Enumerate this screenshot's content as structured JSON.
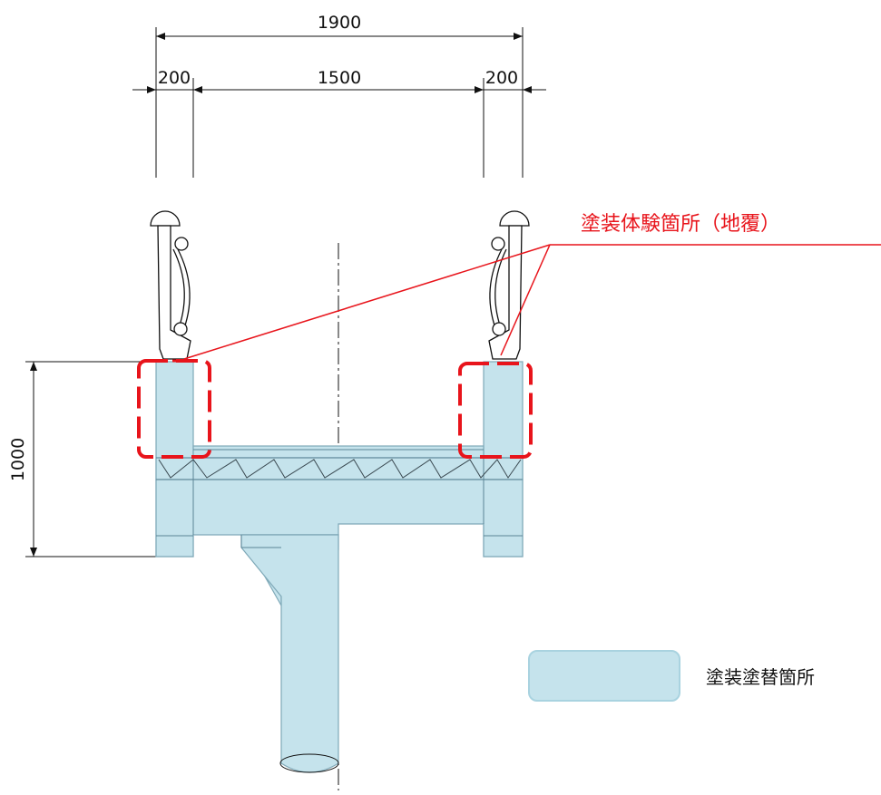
{
  "dimensions": {
    "total_width": "1900",
    "left_parapet": "200",
    "deck_width": "1500",
    "right_parapet": "200",
    "height": "1000"
  },
  "callout": {
    "label": "塗装体験箇所（地覆）",
    "color": "#e8141b"
  },
  "legend": {
    "label": "塗装塗替箇所",
    "swatch_color": "#c5e3ec",
    "swatch_border": "#a9d3e0"
  },
  "colors": {
    "paint_area": "#c5e3ec",
    "paint_stroke": "#7fa9b8",
    "line": "#111111",
    "highlight": "#e8141b"
  }
}
